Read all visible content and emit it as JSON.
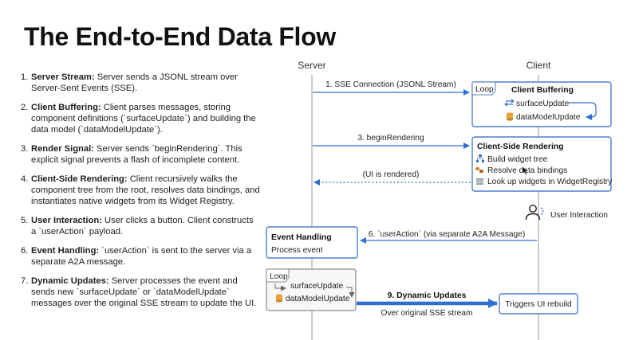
{
  "title": "The End-to-End Data Flow",
  "steps": [
    {
      "num": "1.",
      "title": "Server Stream:",
      "text": " Server sends a JSONL stream over Server-Sent Events (SSE)."
    },
    {
      "num": "2.",
      "title": "Client Buffering:",
      "text": " Client parses messages, storing component definitions (`surfaceUpdate`) and building the data model (`dataModelUpdate`)."
    },
    {
      "num": "3.",
      "title": "Render Signal:",
      "text": " Server sends `beginRendering`. This explicit signal prevents a flash of incomplete content."
    },
    {
      "num": "4.",
      "title": "Client-Side Rendering:",
      "text": " Client recursively walks the component tree from the root, resolves data bindings, and instantiates native widgets from its Widget Registry."
    },
    {
      "num": "5.",
      "title": "User Interaction:",
      "text": " User clicks a button. Client constructs a `userAction` payload."
    },
    {
      "num": "6.",
      "title": "Event Handling:",
      "text": " `userAction` is sent to the server via a separate A2A message."
    },
    {
      "num": "7.",
      "title": "Dynamic Updates:",
      "text": " Server processes the event and sends new `surfaceUpdate` or `dataModelUpdate` messages over the original SSE stream to update the UI."
    }
  ],
  "diagram": {
    "server_label": "Server",
    "client_label": "Client",
    "msg1": "1. SSE Connection (JSONL Stream)",
    "buffer_loop_tag": "Loop",
    "buffer_title": "Client Buffering",
    "buffer_item1": "surfaceUpdate",
    "buffer_item2": "dataModelUpdate",
    "msg3": "3. beginRendering",
    "render_title": "Client-Side Rendering",
    "render_item1": "Build widget tree",
    "render_item2": "Resolve data bindings",
    "render_item3": "Look up widgets in WidgetRegistry",
    "ui_rendered": "(UI is rendered)",
    "user_interaction": "User Interaction",
    "msg6": "6. `userAction` (via separate A2A Message)",
    "event_title": "Event Handling",
    "event_sub": "Process event",
    "server_loop_tag": "Loop",
    "server_loop_item1": "surfaceUpdate",
    "server_loop_item2": "dataModelUpdate",
    "msg9": "9. Dynamic Updates",
    "msg9_sub": "Over original SSE stream",
    "triggers": "Triggers UI rebuild"
  },
  "colors": {
    "accent": "#2f6fd1",
    "lifeline": "#9a9a9a",
    "box_border": "#4d7fcb",
    "gray_border": "#8a8a8a"
  }
}
